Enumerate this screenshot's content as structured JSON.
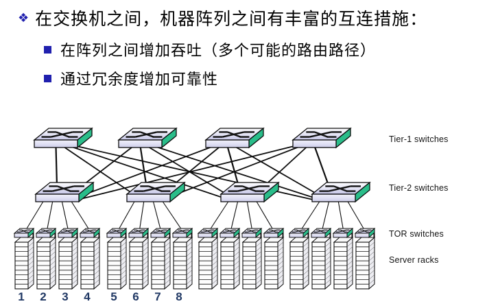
{
  "slide": {
    "bullets": [
      {
        "level": 1,
        "marker": "❖",
        "text": "在交换机之间，机器阵列之间有丰富的互连措施："
      },
      {
        "level": 2,
        "text": "在阵列之间增加吞吐（多个可能的路由路径）"
      },
      {
        "level": 2,
        "text": "通过冗余度增加可靠性"
      }
    ]
  },
  "diagram": {
    "tier1_label": "Tier-1 switches",
    "tier2_label": "Tier-2 switches",
    "tor_label": "TOR switches",
    "racks_label": "Server racks",
    "rack_numbers": [
      "1",
      "2",
      "3",
      "4",
      "5",
      "6",
      "7",
      "8"
    ],
    "counts": {
      "tier1_switches": 4,
      "tier2_switches": 4,
      "tor_switches": 16,
      "server_racks": 16,
      "rack_groups": 4,
      "racks_per_group": 4
    },
    "colors": {
      "switch_side_green": "#2abd8a",
      "switch_top_light": "#ffffff",
      "switch_top_dark": "#c4c4e6",
      "bullet_blue": "#2020ae",
      "rack_number_blue": "#203864",
      "line_black": "#0d0d0d"
    }
  }
}
